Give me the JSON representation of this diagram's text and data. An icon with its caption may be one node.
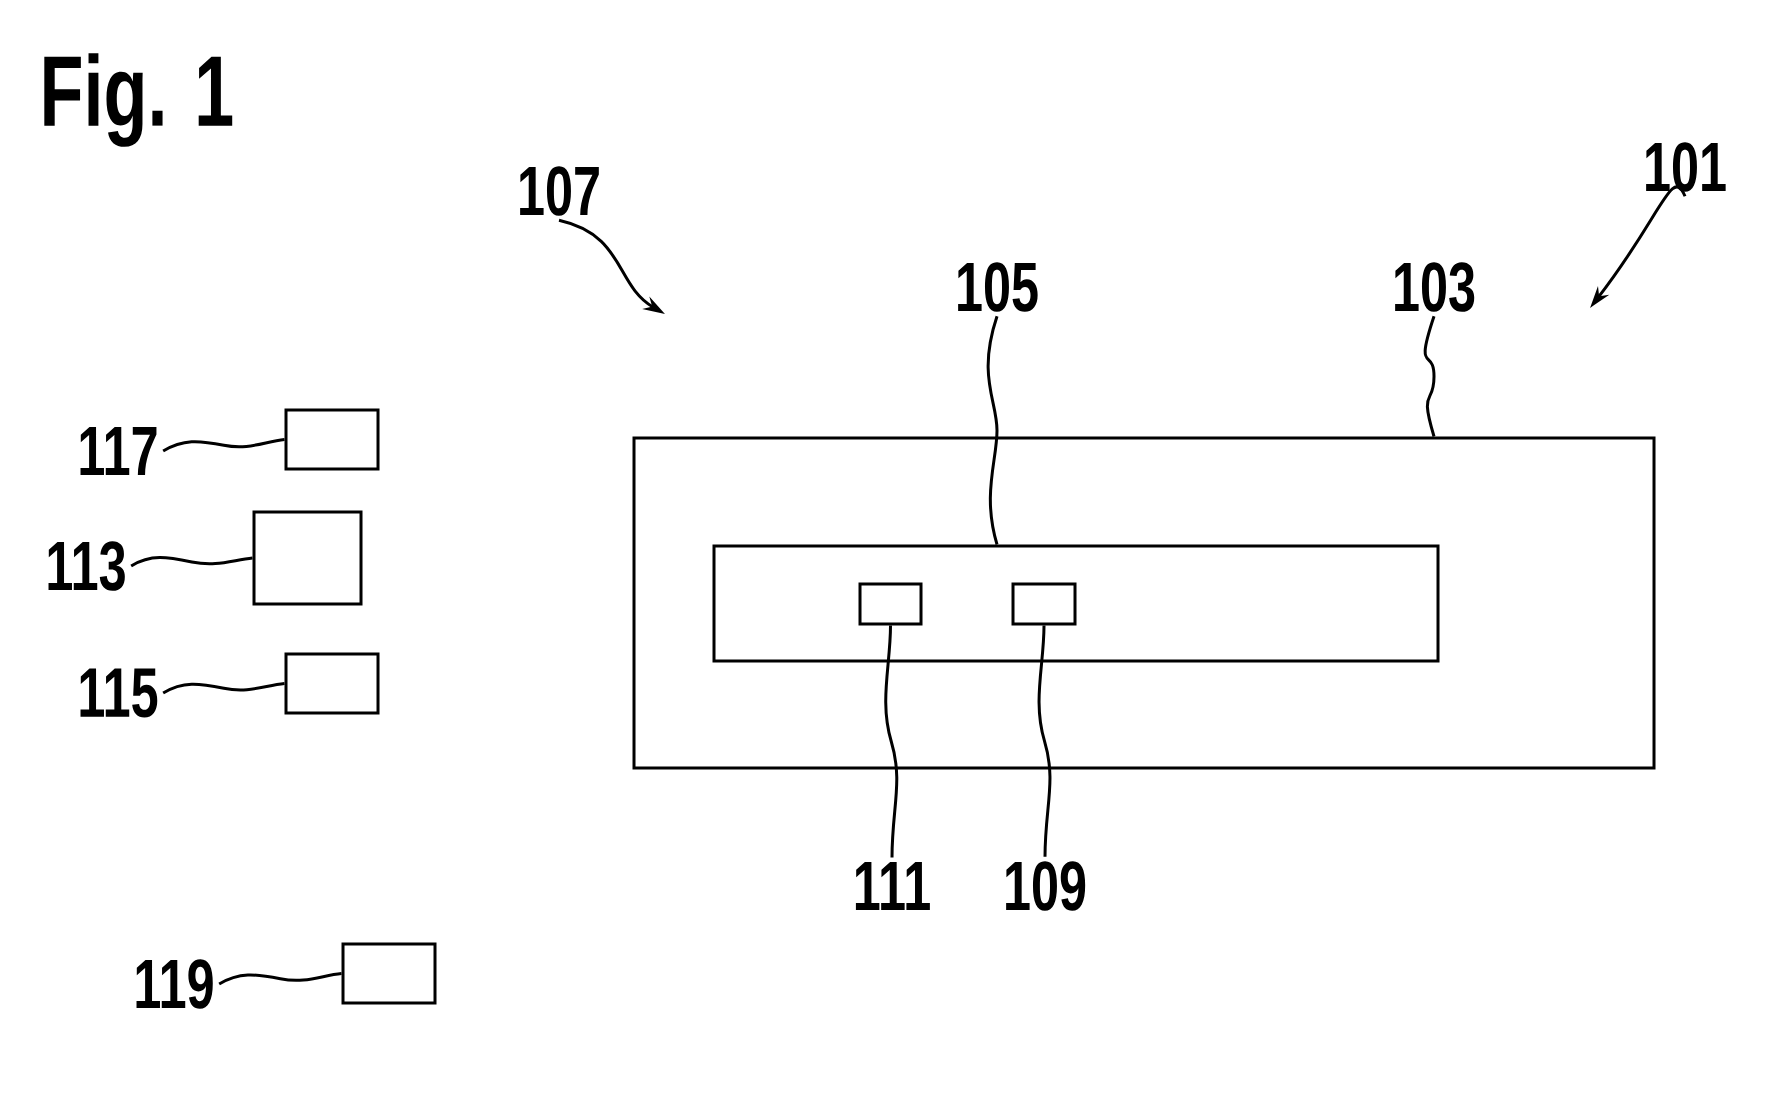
{
  "diagram": {
    "title": "Fig. 1",
    "nodes": [
      {
        "text": [
          "107"
        ]
      },
      {
        "text": [
          "101"
        ]
      },
      {
        "text": [
          "105"
        ]
      },
      {
        "text": [
          "103"
        ]
      },
      {
        "text": [],
        "shape": "box"
      },
      {
        "text": [],
        "shape": "box",
        "in": 4
      },
      {
        "text": [],
        "shape": "box",
        "in": 5
      },
      {
        "text": [],
        "shape": "box",
        "in": 5
      },
      {
        "text": [
          "111"
        ]
      },
      {
        "text": [
          "109"
        ]
      },
      {
        "text": [
          "117"
        ]
      },
      {
        "text": [],
        "shape": "box"
      },
      {
        "text": [
          "113"
        ]
      },
      {
        "text": [],
        "shape": "box"
      },
      {
        "text": [
          "115"
        ]
      },
      {
        "text": [],
        "shape": "box"
      },
      {
        "text": [
          "119"
        ]
      },
      {
        "text": [],
        "shape": "box"
      }
    ],
    "edges": [
      {
        "from": 0,
        "to": null,
        "arrow": "to"
      },
      {
        "from": 1,
        "to": null,
        "arrow": "to"
      },
      {
        "from": 2,
        "to": 5,
        "arrow": "none"
      },
      {
        "from": 3,
        "to": 4,
        "arrow": "none"
      },
      {
        "from": 8,
        "to": 6,
        "arrow": "none"
      },
      {
        "from": 9,
        "to": 7,
        "arrow": "none"
      },
      {
        "from": 10,
        "to": 11,
        "arrow": "none"
      },
      {
        "from": 12,
        "to": 13,
        "arrow": "none"
      },
      {
        "from": 14,
        "to": 15,
        "arrow": "none"
      },
      {
        "from": 16,
        "to": 17,
        "arrow": "none"
      }
    ]
  }
}
